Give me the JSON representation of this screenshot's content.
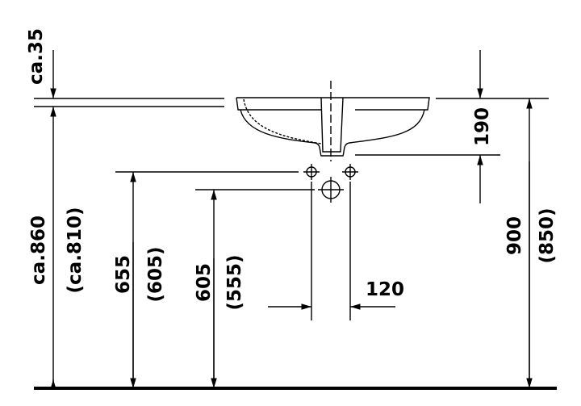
{
  "labels": {
    "rim": "ca.35",
    "total_height": "ca.860",
    "total_height_alt": "(ca.810)",
    "upper_connection": "655",
    "upper_connection_alt": "(605)",
    "drain_height": "605",
    "drain_height_alt": "(555)",
    "connection_spacing": "120",
    "countertop_height": "900",
    "countertop_height_alt": "(850)",
    "basin_depth": "190"
  }
}
